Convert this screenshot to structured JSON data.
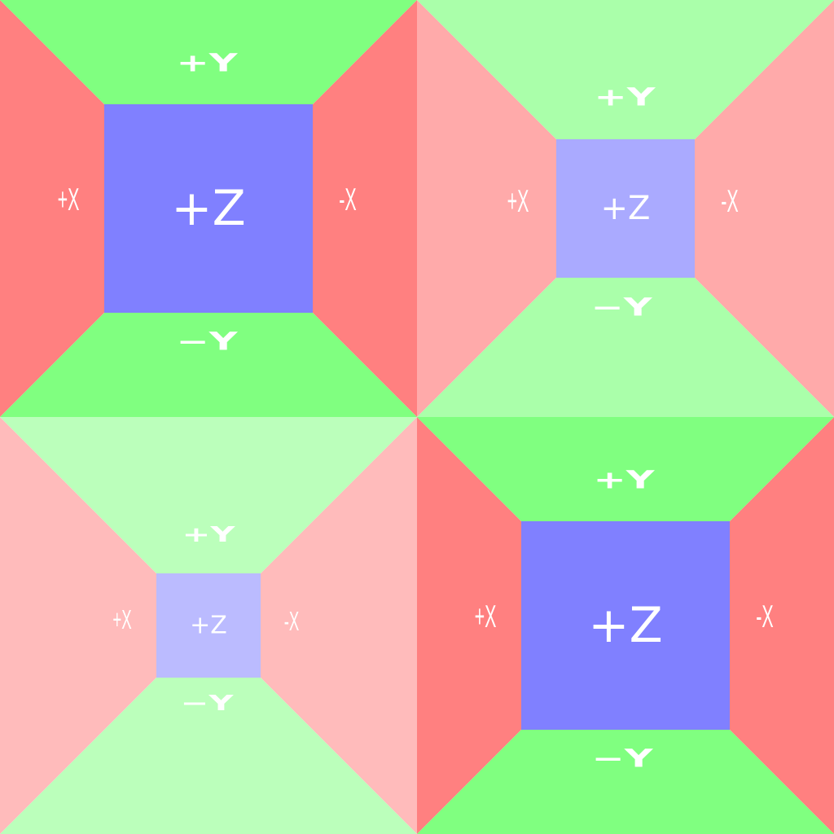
{
  "labels": {
    "pos_z": "+Z",
    "pos_y": "+Y",
    "neg_y": "−Y",
    "pos_x": "+X",
    "neg_x": "-X"
  },
  "colors": {
    "background": "#ffffff",
    "label": "#ffffff"
  },
  "tiles": [
    {
      "name": "tile-top-left",
      "shade": "full",
      "colors": {
        "x": "#ff8080",
        "y": "#80ff80",
        "z": "#8080ff"
      }
    },
    {
      "name": "tile-top-right",
      "shade": "light",
      "colors": {
        "x": "#ffaaaa",
        "y": "#aaffaa",
        "z": "#aaaaff"
      }
    },
    {
      "name": "tile-bottom-left",
      "shade": "pale",
      "colors": {
        "x": "#ffbbbb",
        "y": "#bbffbb",
        "z": "#bbbbff"
      }
    },
    {
      "name": "tile-bottom-right",
      "shade": "full",
      "colors": {
        "x": "#ff8080",
        "y": "#80ff80",
        "z": "#8080ff"
      }
    }
  ]
}
